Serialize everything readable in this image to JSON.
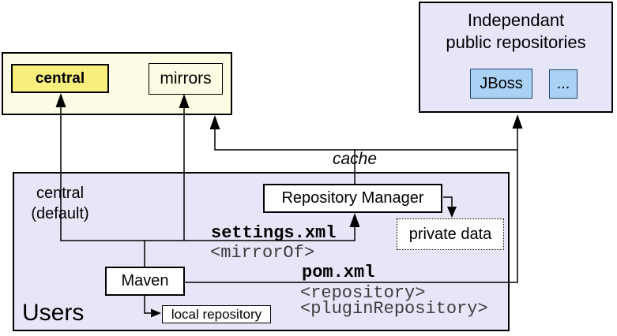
{
  "boxes": {
    "central": "central",
    "mirrors": "mirrors",
    "independent_title_line1": "Independant",
    "independent_title_line2": "public repositories",
    "jboss": "JBoss",
    "ellipsis": "...",
    "users": "Users",
    "central_default_line1": "central",
    "central_default_line2": "(default)",
    "repository_manager": "Repository Manager",
    "private_data": "private data",
    "maven": "Maven",
    "local_repository": "local repository"
  },
  "annotations": {
    "cache": "cache",
    "settings_xml": "settings.xml",
    "mirror_of": "<mirrorOf>",
    "pom_xml": "pom.xml",
    "repository_tag": "<repository>",
    "plugin_repository_tag": "<pluginRepository>"
  },
  "colors": {
    "pale_yellow": "#fcfce4",
    "highlight_yellow": "#f8ee7c",
    "lavender": "#e6e6f8",
    "light_blue": "#a9d2f4",
    "box_white": "#ffffff",
    "line_black": "#000000",
    "mono_gray": "#3d3d3d"
  }
}
